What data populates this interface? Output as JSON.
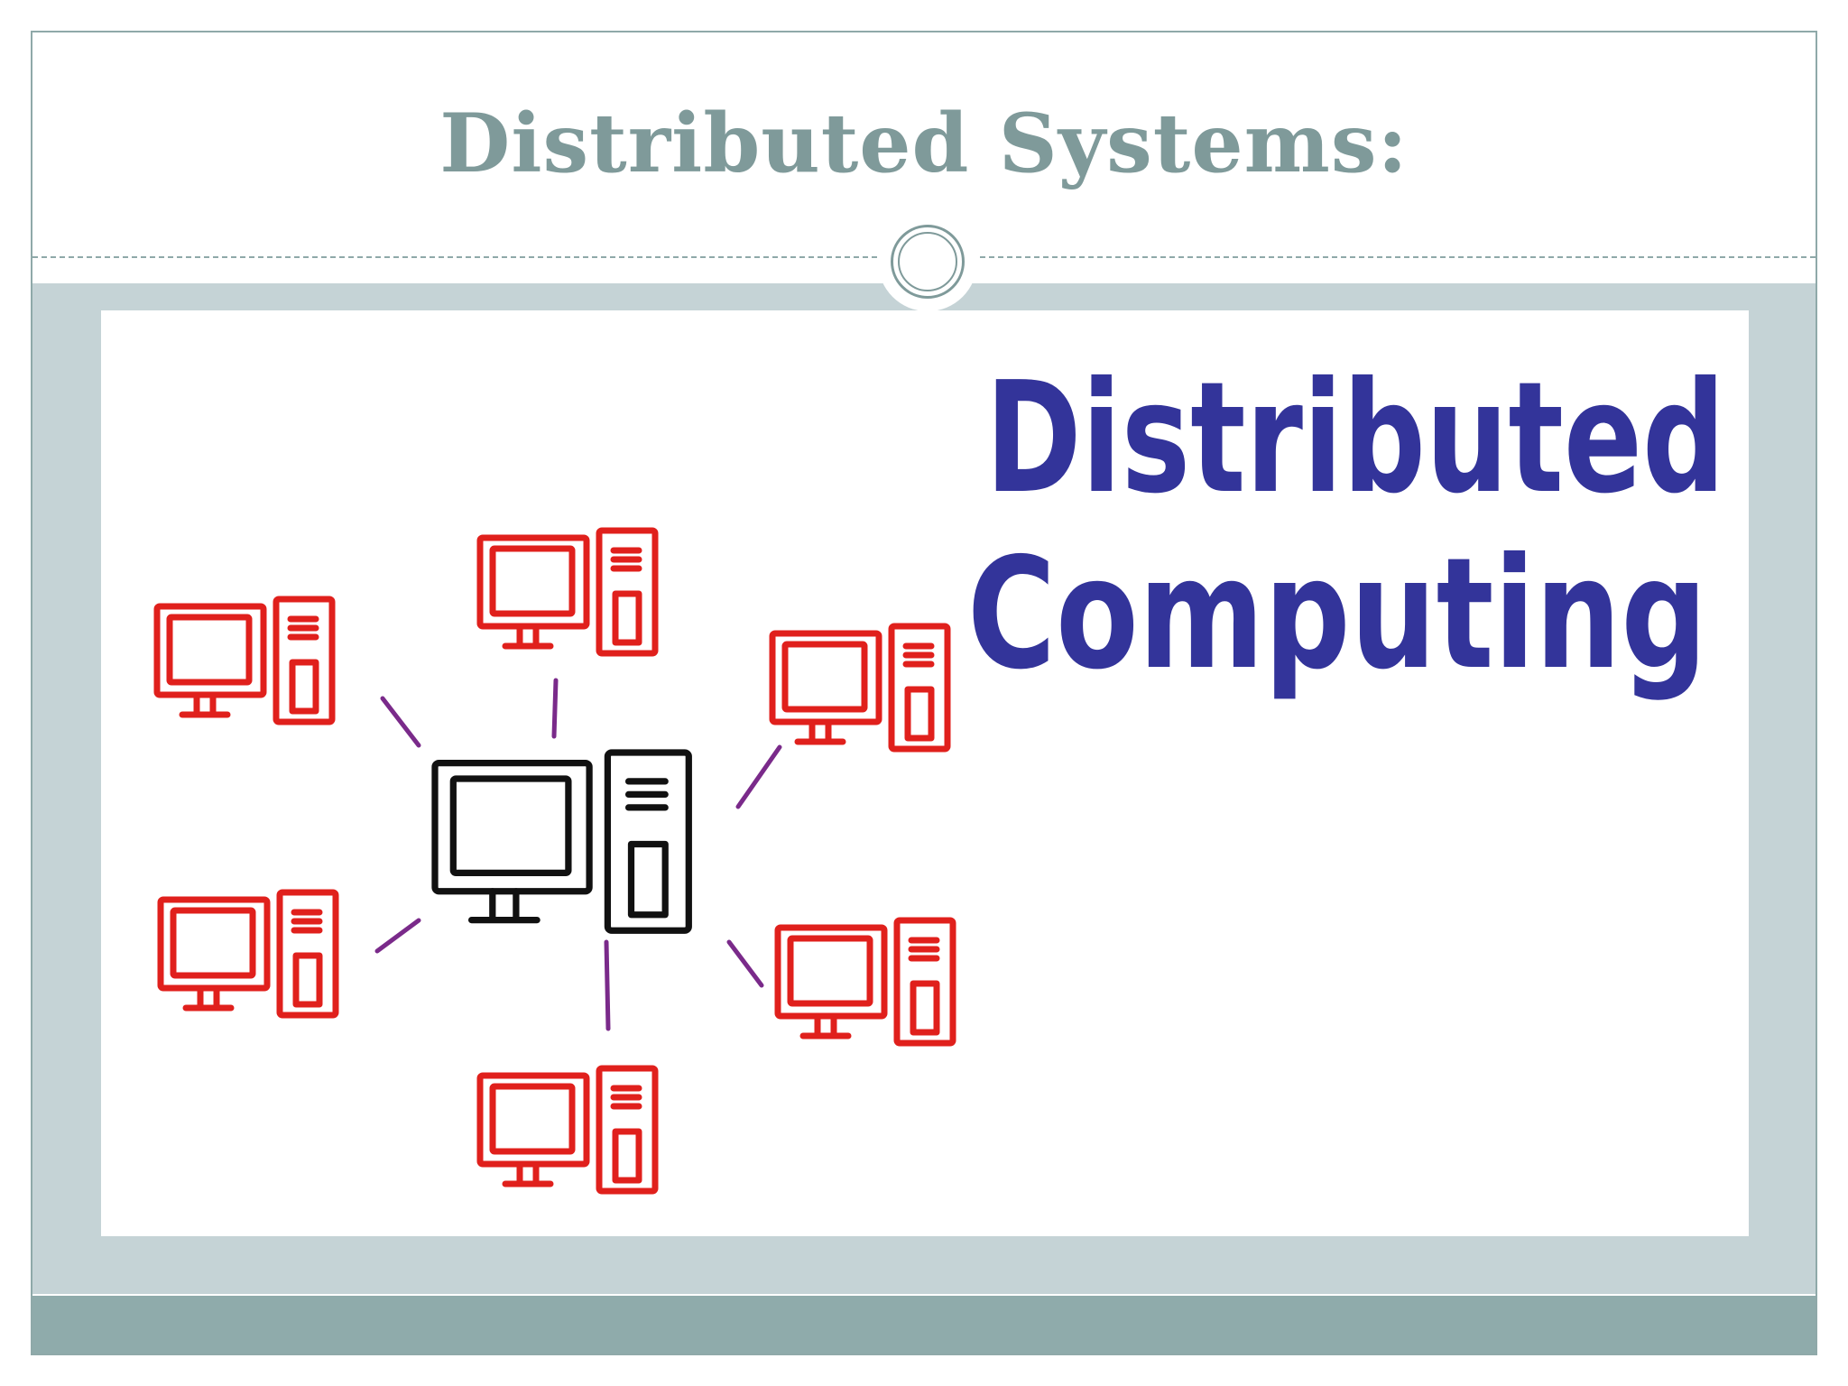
{
  "slide": {
    "title": "Distributed Systems:"
  },
  "illustration": {
    "heading_line1": "Distributed",
    "heading_line2": "Computing",
    "colors": {
      "heading": "#33349a",
      "client_computer": "#e0201c",
      "server_computer": "#111111",
      "connection": "#7a2a8a"
    },
    "client_count": 6,
    "server_count": 1
  }
}
